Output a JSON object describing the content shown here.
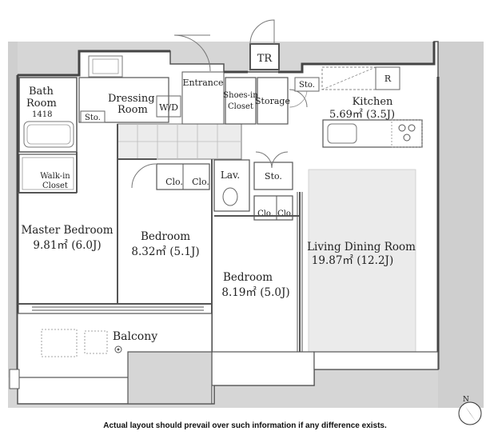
{
  "rooms": {
    "bath_name": "Bath",
    "bath_name2": "Room",
    "bath_code": "1418",
    "dressing": "Dressing",
    "dressing2": "Room",
    "wd": "W/D",
    "sto_bath": "Sto.",
    "entrance": "Entrance",
    "shoes_in": "Shoes-in",
    "shoes_closet": "Closet",
    "storage": "Storage",
    "tr": "TR",
    "sto_kitchen": "Sto.",
    "r": "R",
    "kitchen": "Kitchen",
    "kitchen_size": "5.69㎡ (3.5J)",
    "walkin": "Walk-in",
    "walkin_closet": "Closet",
    "clo1": "Clo.",
    "clo2": "Clo.",
    "lav": "Lav.",
    "sto_lav": "Sto.",
    "clo3": "Clo.",
    "clo4": "Clo.",
    "master": "Master Bedroom",
    "master_size": "9.81㎡ (6.0J)",
    "bedroom1": "Bedroom",
    "bedroom1_size": "8.32㎡ (5.1J)",
    "bedroom2": "Bedroom",
    "bedroom2_size": "8.19㎡ (5.0J)",
    "living": "Living Dining Room",
    "living_size": "19.87㎡ (12.2J)",
    "balcony": "Balcony"
  },
  "compass": "N",
  "notice": "Actual layout should prevail over such information if any difference exists.",
  "colors": {
    "exterior": "#d6d6d6",
    "wall": "#555555",
    "living_floor": "#ebebeb",
    "hall_grid": "#e6e6e6"
  }
}
